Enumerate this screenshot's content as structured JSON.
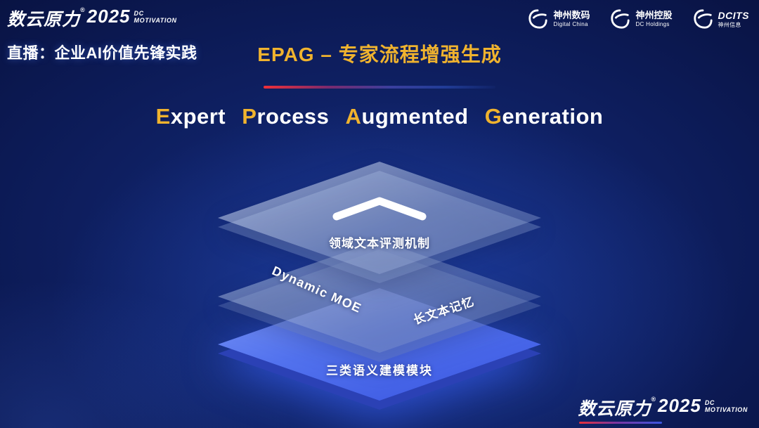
{
  "brand": {
    "name": "数云原力",
    "reg": "®",
    "year": "2025",
    "sub_top": "DC",
    "sub_bottom": "MOTIVATION"
  },
  "header": {
    "live_label": "直播：企业AI价值先锋实践",
    "partner_logos": [
      {
        "title": "神州数码",
        "subtitle": "Digital China"
      },
      {
        "title": "神州控股",
        "subtitle": "DC Holdings"
      },
      {
        "title": "DCITS",
        "subtitle": "神州信息"
      }
    ]
  },
  "title": {
    "text": "EPAG – 专家流程增强生成"
  },
  "subtitle": {
    "full": "Expert Process Augmented Generation",
    "words": [
      {
        "initial": "E",
        "rest": "xpert"
      },
      {
        "initial": "P",
        "rest": "rocess"
      },
      {
        "initial": "A",
        "rest": "ugmented"
      },
      {
        "initial": "G",
        "rest": "eneration"
      }
    ]
  },
  "diagram": {
    "type": "layer-stack",
    "layers": [
      {
        "name": "top",
        "style": "glass",
        "icon": "chevron-up",
        "label": "领域文本评测机制"
      },
      {
        "name": "middle",
        "style": "glass",
        "label_left": "Dynamic MOE",
        "label_right": "长文本记忆"
      },
      {
        "name": "bottom",
        "style": "blue",
        "label": "三类语义建模模块"
      }
    ]
  },
  "colors": {
    "accent_gold": "#f0b32e",
    "layer_blue": "#4a6cf0",
    "line_gradient_start": "#e8303a",
    "line_gradient_end": "#3a55e0",
    "background_navy": "#0c1a55"
  }
}
